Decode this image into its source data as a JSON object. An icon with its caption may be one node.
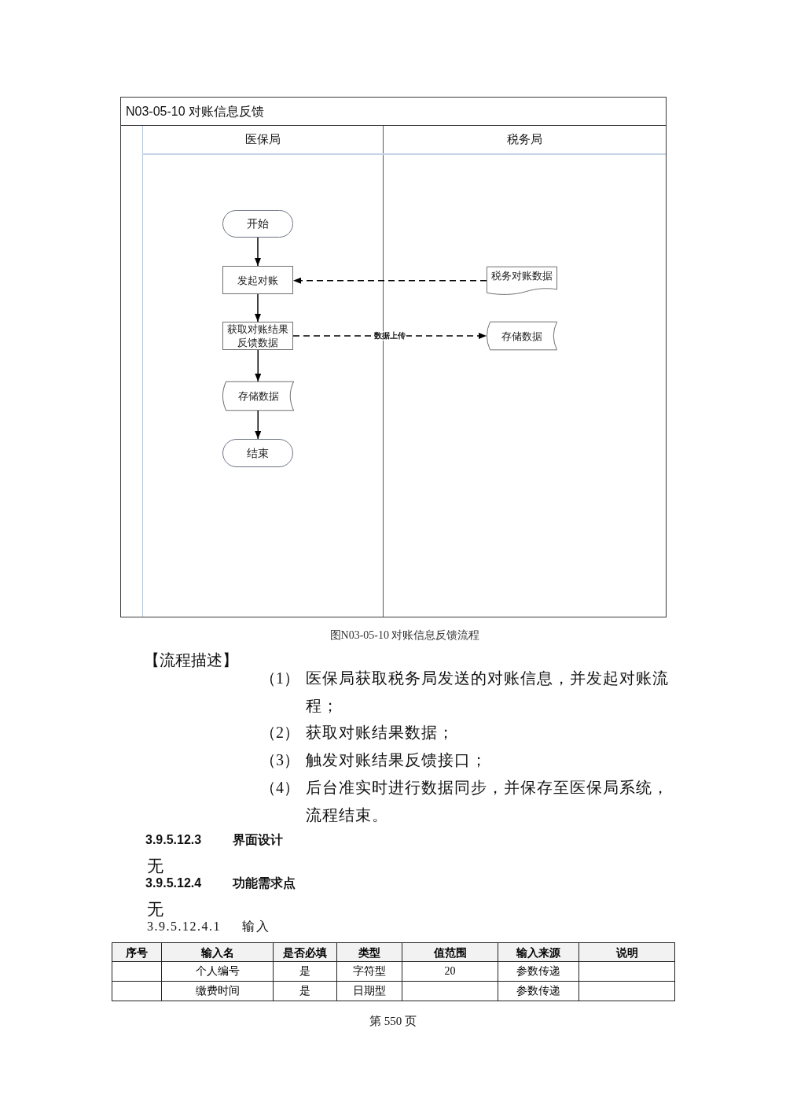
{
  "diagram": {
    "caption": "图N03-05-10 对账信息反馈流程",
    "nodes": [
      {
        "text": [
          "N03-05-10 对账信息反馈"
        ]
      },
      {
        "text": [
          "医保局"
        ],
        "in": 0
      },
      {
        "text": [
          "税务局"
        ],
        "in": 0
      },
      {
        "text": [
          "开始"
        ],
        "in": 1
      },
      {
        "text": [
          "发起对账"
        ],
        "in": 1
      },
      {
        "text": [
          "获取对账结果反馈数据"
        ],
        "in": 1
      },
      {
        "text": [
          "存储数据"
        ],
        "in": 1
      },
      {
        "text": [
          "结束"
        ],
        "in": 1
      },
      {
        "text": [
          "税务对账数据"
        ],
        "in": 2
      },
      {
        "text": [
          "存储数据"
        ],
        "in": 2
      }
    ],
    "edges": [
      {
        "from": 3,
        "to": 4,
        "arrow": "to"
      },
      {
        "from": 4,
        "to": 5,
        "arrow": "to"
      },
      {
        "from": 8,
        "to": 4,
        "arrow": "to",
        "style": "dashed"
      },
      {
        "from": 5,
        "to": 9,
        "arrow": "to",
        "style": "dashed",
        "label": "数据上传"
      },
      {
        "from": 5,
        "to": 6,
        "arrow": "to"
      },
      {
        "from": 6,
        "to": 7,
        "arrow": "to"
      }
    ],
    "labels": [
      "【流程描述】",
      "（1）",
      "医保局获取税务局发送的对账信息，并发起对账流程；",
      "（2）",
      "获取对账结果数据；",
      "（3）",
      "触发对账结果反馈接口；",
      "（4）",
      "后台准实时进行数据同步，并保存至医保局系统，流程结束。",
      "3.9.5.12.3",
      "界面设计",
      "无",
      "3.9.5.12.4",
      "功能需求点",
      "无",
      "3.9.5.12.4.1",
      "输入",
      "序号",
      "输入名",
      "是否必填",
      "类型",
      "值范围",
      "输入来源",
      "说明",
      "个人编号",
      "是",
      "字符型",
      "20",
      "参数传递",
      "缴费时间",
      "是",
      "日期型",
      "参数传递",
      "第 550 页"
    ]
  }
}
